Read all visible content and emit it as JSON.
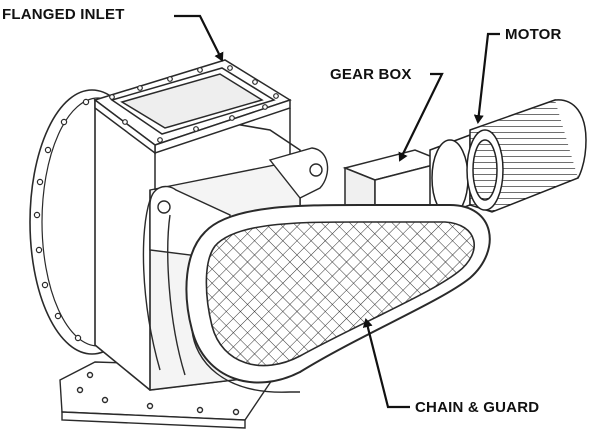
{
  "labels": {
    "flanged_inlet": "FLANGED INLET",
    "gear_box": "GEAR BOX",
    "motor": "MOTOR",
    "chain_guard": "CHAIN & GUARD"
  },
  "colors": {
    "ink": "#111111",
    "outline": "#2a2a2a",
    "fill": "#ffffff",
    "shade": "#e9e9e9"
  },
  "icons": {
    "leader": "arrow-icon",
    "mesh": "crosshatch-mesh"
  }
}
